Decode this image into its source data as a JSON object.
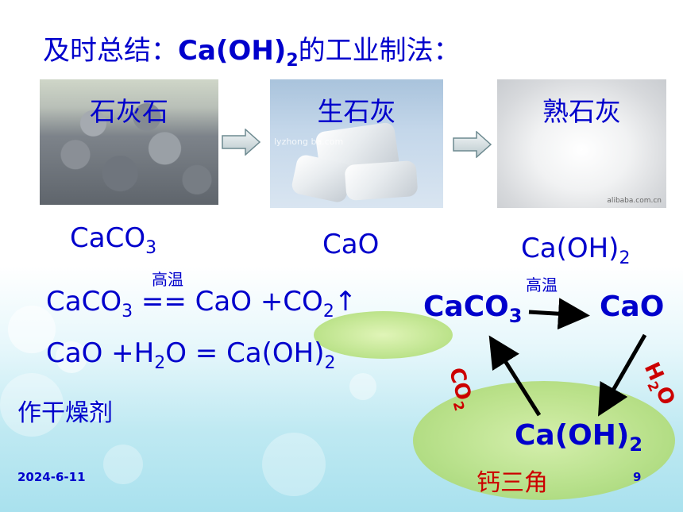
{
  "title": {
    "prefix": "及时总结：",
    "formula": "Ca(OH)",
    "sub": "2",
    "suffix": "的工业制法："
  },
  "photos": [
    {
      "label": "石灰石"
    },
    {
      "label": "生石灰",
      "watermark": "lyzhong          ba.com"
    },
    {
      "label": "熟石灰",
      "watermark": "alibaba.com.cn"
    }
  ],
  "names": {
    "caco3": {
      "base": "CaCO",
      "sub": "3"
    },
    "cao": "CaO",
    "caoh2": {
      "base": "Ca(OH)",
      "sub": "2"
    }
  },
  "equations": {
    "condition": "高温",
    "eq1": {
      "a": "CaCO",
      "a_sub": "3",
      "b": " == CaO +CO",
      "b_sub": "2",
      "c": "↑"
    },
    "eq2": {
      "a": "CaO +H",
      "a_sub": "2",
      "b": "O = Ca(OH)",
      "b_sub": "2"
    }
  },
  "usage": "作干燥剂",
  "cycle": {
    "condition": "高温",
    "caco3": {
      "base": "CaCO",
      "sub": "3"
    },
    "cao": "CaO",
    "caoh2": {
      "base": "Ca(OH)",
      "sub": "2"
    },
    "left_reagent": {
      "base": "CO",
      "sub": "2"
    },
    "right_reagent": {
      "base": "H",
      "sub": "2",
      "tail": "O"
    },
    "caption": "钙三角"
  },
  "footer": {
    "date": "2024-6-11",
    "page": "9"
  }
}
